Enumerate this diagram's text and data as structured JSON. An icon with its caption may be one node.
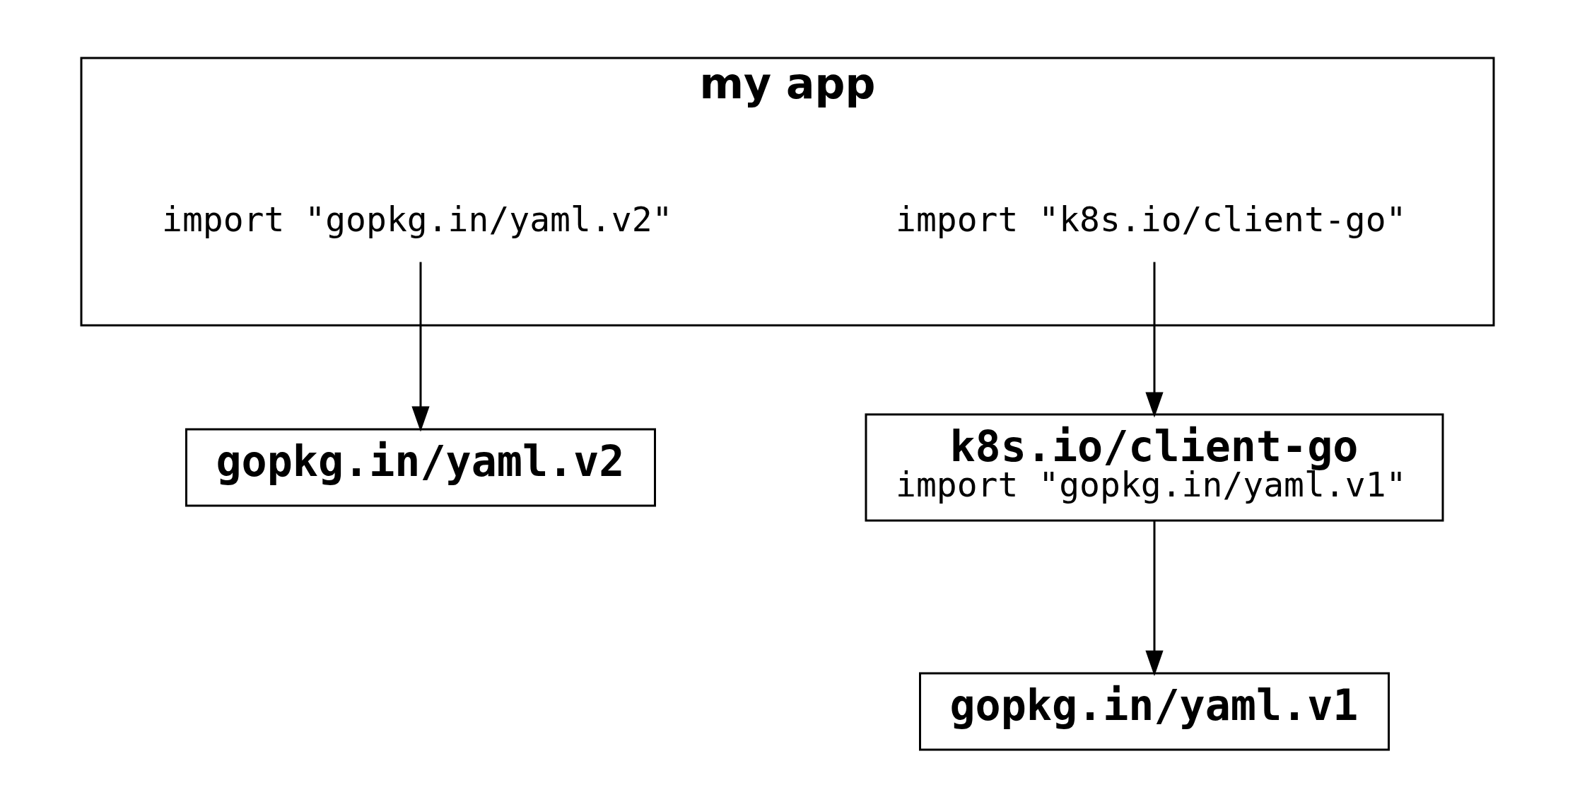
{
  "diagram": {
    "nodes": [
      {
        "text": [
          "my app"
        ]
      },
      {
        "text": [
          "import \"gopkg.in/yaml.v2\""
        ],
        "in": 0
      },
      {
        "text": [
          "import \"k8s.io/client-go\""
        ],
        "in": 0
      },
      {
        "text": [
          "k8s.io/client-go",
          "import \"gopkg.in/yaml.v1\""
        ]
      },
      {
        "text": [
          "gopkg.in/yaml.v2"
        ]
      },
      {
        "text": [
          "gopkg.in/yaml.v1"
        ]
      }
    ],
    "edges": [
      {
        "from": 2,
        "to": 3,
        "arrow": "to"
      },
      {
        "from": 1,
        "to": 4,
        "arrow": "to"
      },
      {
        "from": 3,
        "to": 5,
        "arrow": "to"
      }
    ]
  }
}
